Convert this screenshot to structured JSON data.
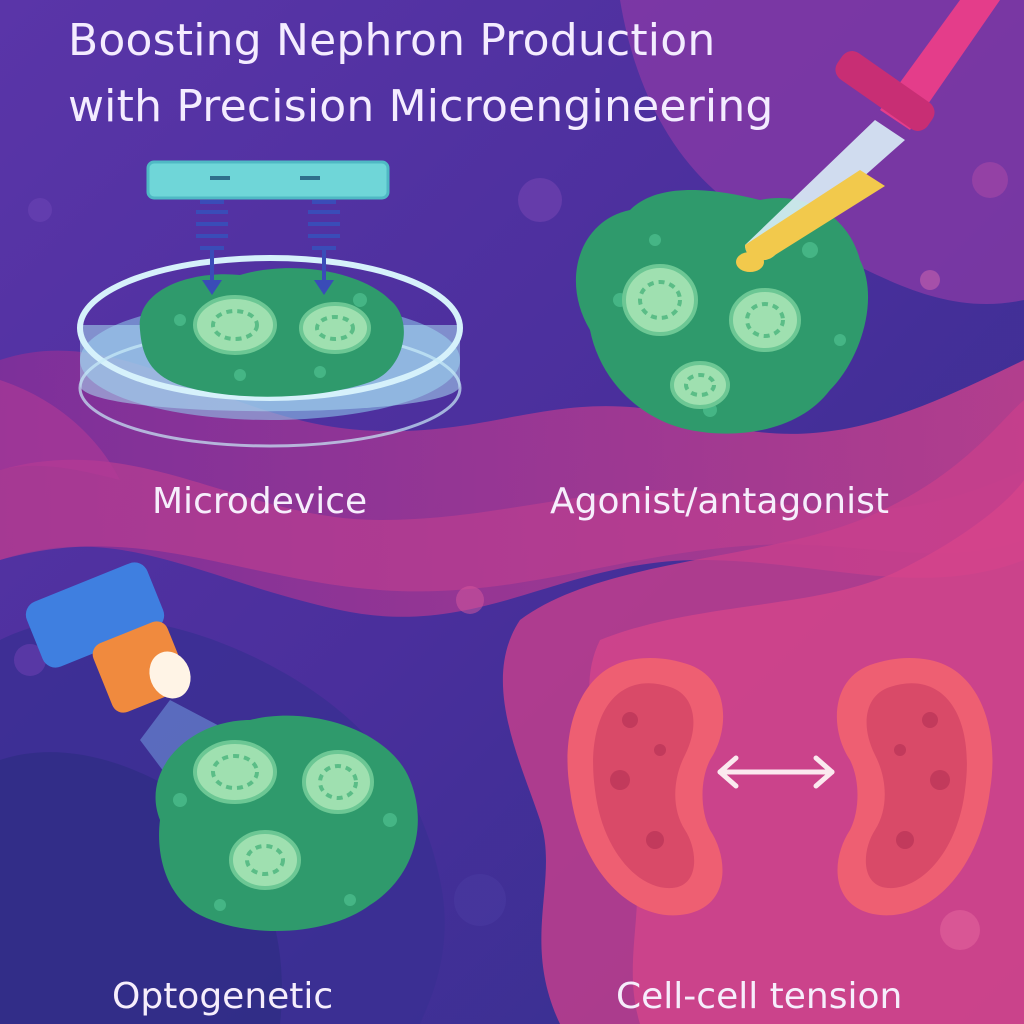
{
  "title": {
    "line1": "Boosting Nephron Production",
    "line2": "with Precision Microengineering"
  },
  "panels": [
    {
      "id": "microdevice",
      "label": "Microdevice"
    },
    {
      "id": "agonist",
      "label": "Agonist/antagonist"
    },
    {
      "id": "optogenetic",
      "label": "Optogenetic"
    },
    {
      "id": "tension",
      "label": "Cell-cell tension"
    }
  ],
  "colors": {
    "background_top": "#4b2f9e",
    "background_bottom": "#2e2a8a",
    "wave_pink": "#d3408f",
    "wave_magenta": "#a23a9d",
    "organoid_green": "#2f9e6e",
    "organoid_light": "#9fe0b0",
    "device_cyan": "#6fd6d8",
    "pipette_pink": "#e43d8a",
    "drop_yellow": "#f2c94c",
    "torch_blue": "#3f7fe0",
    "torch_orange": "#f08a3e",
    "kidney_red": "#ee5f72",
    "arrow_white": "#fbe9ef"
  },
  "icons": [
    "press-device-icon",
    "petri-dish-icon",
    "pipette-icon",
    "flashlight-icon",
    "kidney-icon",
    "double-arrow-icon"
  ]
}
